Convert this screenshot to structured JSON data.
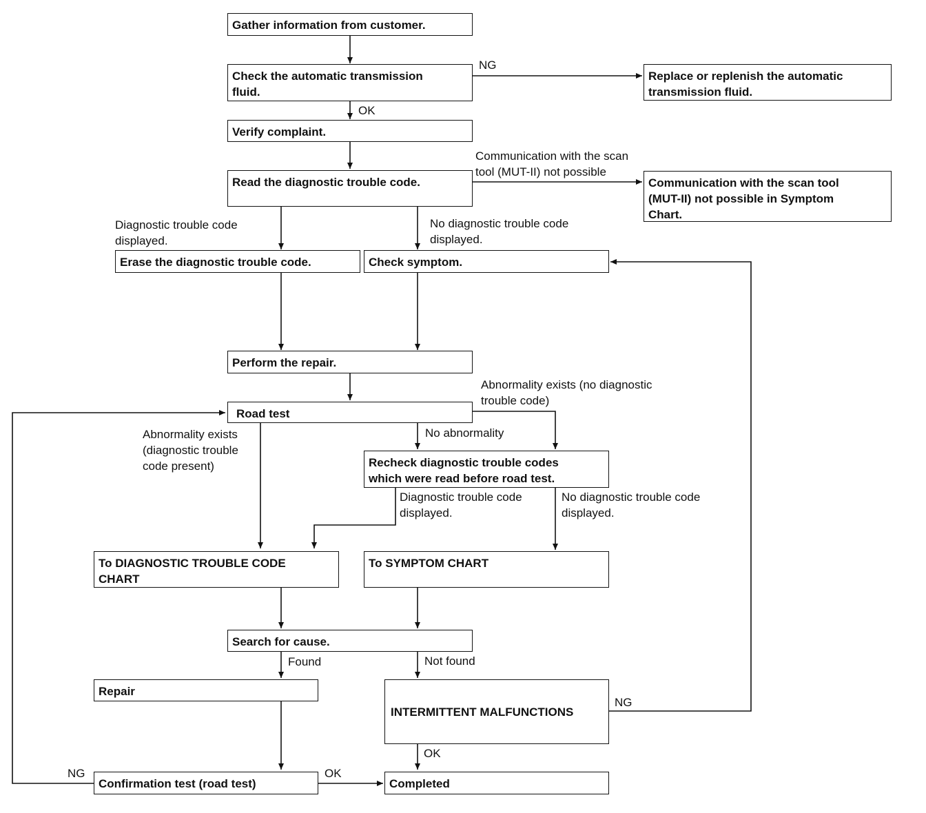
{
  "boxes": {
    "gather": "Gather information from customer.",
    "check_atf": "Check the automatic transmission\nfluid.",
    "replace_atf": "Replace or replenish the automatic\ntransmission fluid.",
    "verify": "Verify complaint.",
    "read_dtc": "Read the diagnostic trouble code.",
    "comm_not_possible": "Communication with the scan tool\n(MUT-II) not possible in Symptom\nChart.",
    "erase_dtc": "Erase the diagnostic trouble code.",
    "check_symptom": "Check symptom.",
    "perform_repair": "Perform the repair.",
    "road_test": "Road test",
    "recheck_dtc": "Recheck diagnostic trouble codes\nwhich were read before road test.",
    "dtc_chart": "To DIAGNOSTIC TROUBLE CODE\nCHART",
    "symptom_chart": "To SYMPTOM CHART",
    "search_cause": "Search for cause.",
    "repair": "Repair",
    "intermittent": "INTERMITTENT MALFUNCTIONS",
    "confirmation": "Confirmation test (road test)",
    "completed": "Completed"
  },
  "labels": {
    "ng_atf": "NG",
    "ok_atf": "OK",
    "comm_edge": "Communication with the scan\ntool (MUT-II) not possible",
    "dtc_displayed": "Diagnostic trouble code\ndisplayed.",
    "no_dtc_displayed": "No diagnostic trouble code\ndisplayed.",
    "abnormal_no_dtc": "Abnormality exists (no diagnostic\ntrouble code)",
    "abnormal_dtc": "Abnormality exists\n(diagnostic trouble\ncode present)",
    "no_abnormality": "No abnormality",
    "recheck_dtc_displayed": "Diagnostic trouble code\ndisplayed.",
    "recheck_no_dtc": "No diagnostic trouble code\ndisplayed.",
    "found": "Found",
    "not_found": "Not found",
    "ng_intermittent": "NG",
    "ok_intermittent": "OK",
    "ng_confirmation": "NG",
    "ok_confirmation": "OK"
  }
}
